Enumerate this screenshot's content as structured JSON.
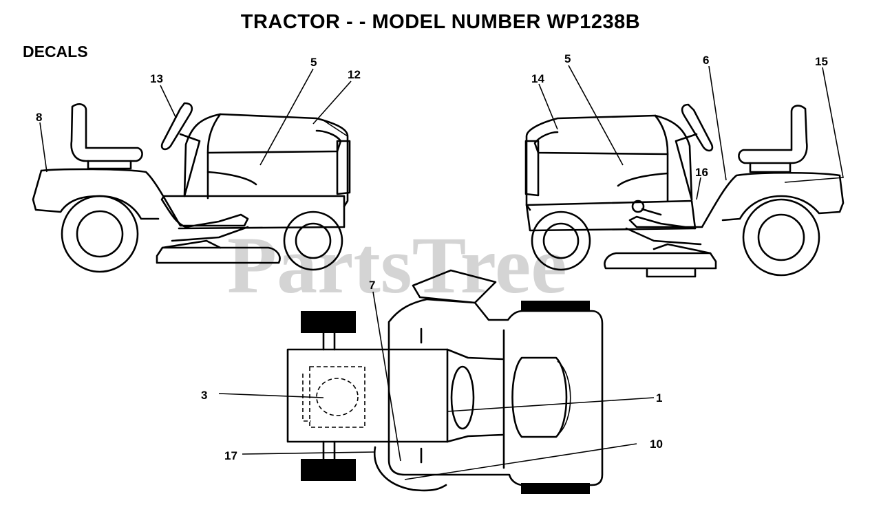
{
  "title": "TRACTOR - - MODEL NUMBER WP1238B",
  "section_label": "DECALS",
  "watermark": "PartsTree",
  "callouts": {
    "left_8": "8",
    "left_13": "13",
    "left_5": "5",
    "left_12": "12",
    "right_14": "14",
    "right_5": "5",
    "right_6": "6",
    "right_15": "15",
    "right_16": "16",
    "top_7": "7",
    "top_3": "3",
    "top_1": "1",
    "top_10": "10",
    "top_17": "17"
  }
}
